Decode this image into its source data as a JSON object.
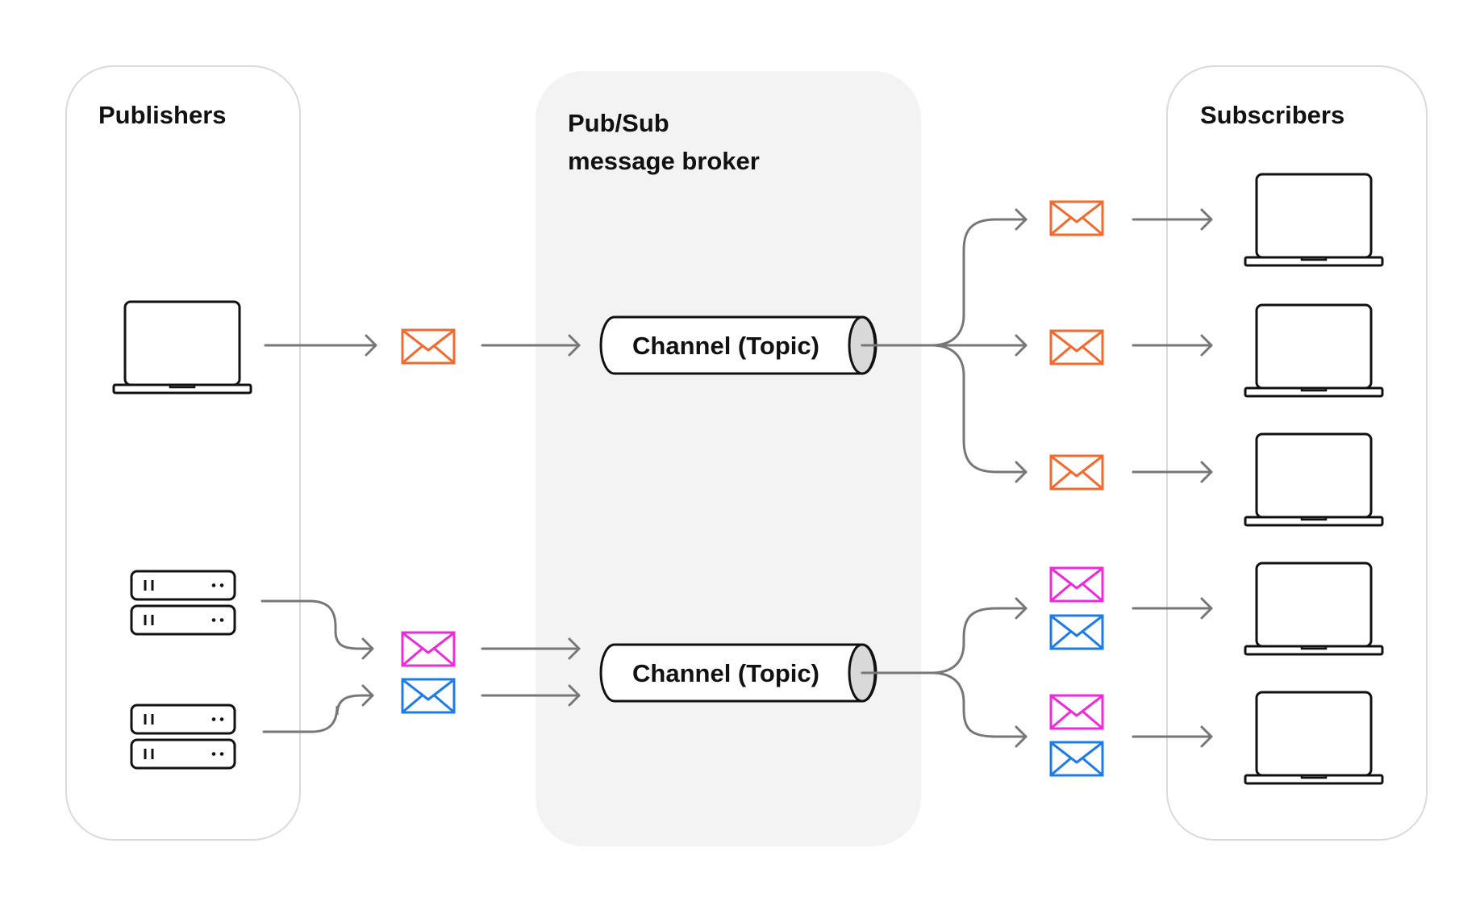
{
  "panels": {
    "publishers": {
      "title": "Publishers"
    },
    "broker": {
      "title_line1": "Pub/Sub",
      "title_line2": "message broker"
    },
    "subscribers": {
      "title": "Subscribers"
    }
  },
  "channels": [
    {
      "label": "Channel (Topic)"
    },
    {
      "label": "Channel (Topic)"
    }
  ],
  "colors": {
    "orange_message": "#F26A2E",
    "pink_message": "#EE2BD8",
    "blue_message": "#1D7CE8",
    "arrow": "#777777",
    "outline": "#111111"
  },
  "icons": {
    "publisher_laptop": "laptop-icon",
    "publisher_servers": "server-rack-icon",
    "subscriber_laptops": "laptop-icon",
    "message": "envelope-icon",
    "channel": "pipe-cylinder-icon"
  }
}
